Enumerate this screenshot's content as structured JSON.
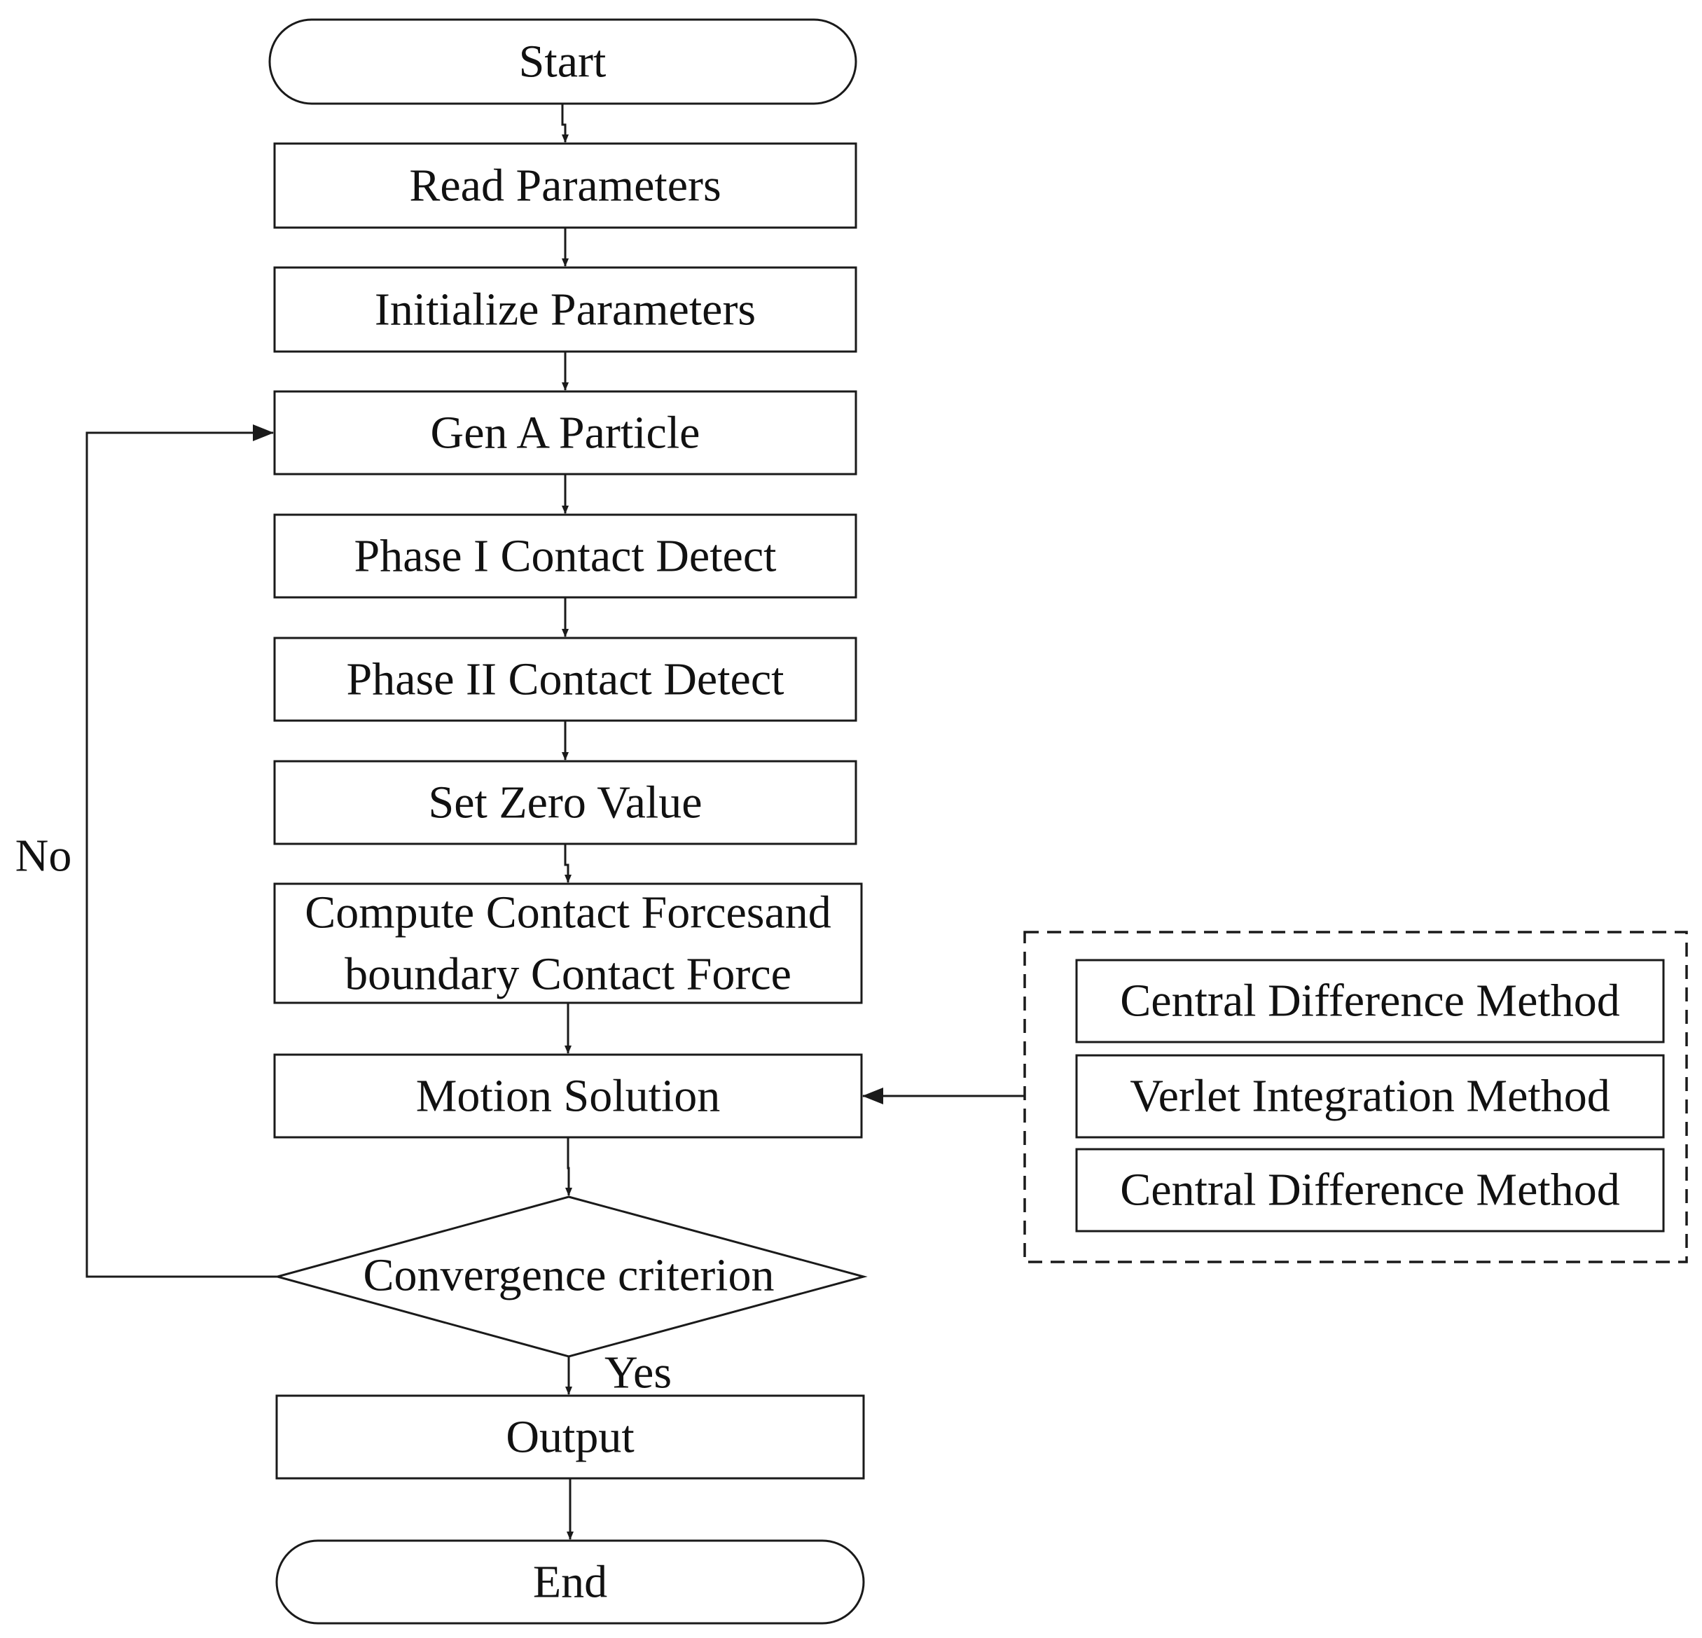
{
  "flowchart": {
    "start": "Start",
    "read_parameters": "Read Parameters",
    "initialize_parameters": "Initialize Parameters",
    "gen_particle": "Gen A Particle",
    "phase1": "Phase I Contact Detect",
    "phase2": "Phase II Contact Detect",
    "set_zero": "Set Zero Value",
    "compute_line1": "Compute Contact Forcesand",
    "compute_line2": "boundary Contact Force",
    "motion_solution": "Motion Solution",
    "convergence": "Convergence criterion",
    "output": "Output",
    "end": "End",
    "no_label": "No",
    "yes_label": "Yes"
  },
  "methods_panel": {
    "items": [
      "Central Difference Method",
      "Verlet Integration Method",
      "Central Difference Method"
    ]
  }
}
